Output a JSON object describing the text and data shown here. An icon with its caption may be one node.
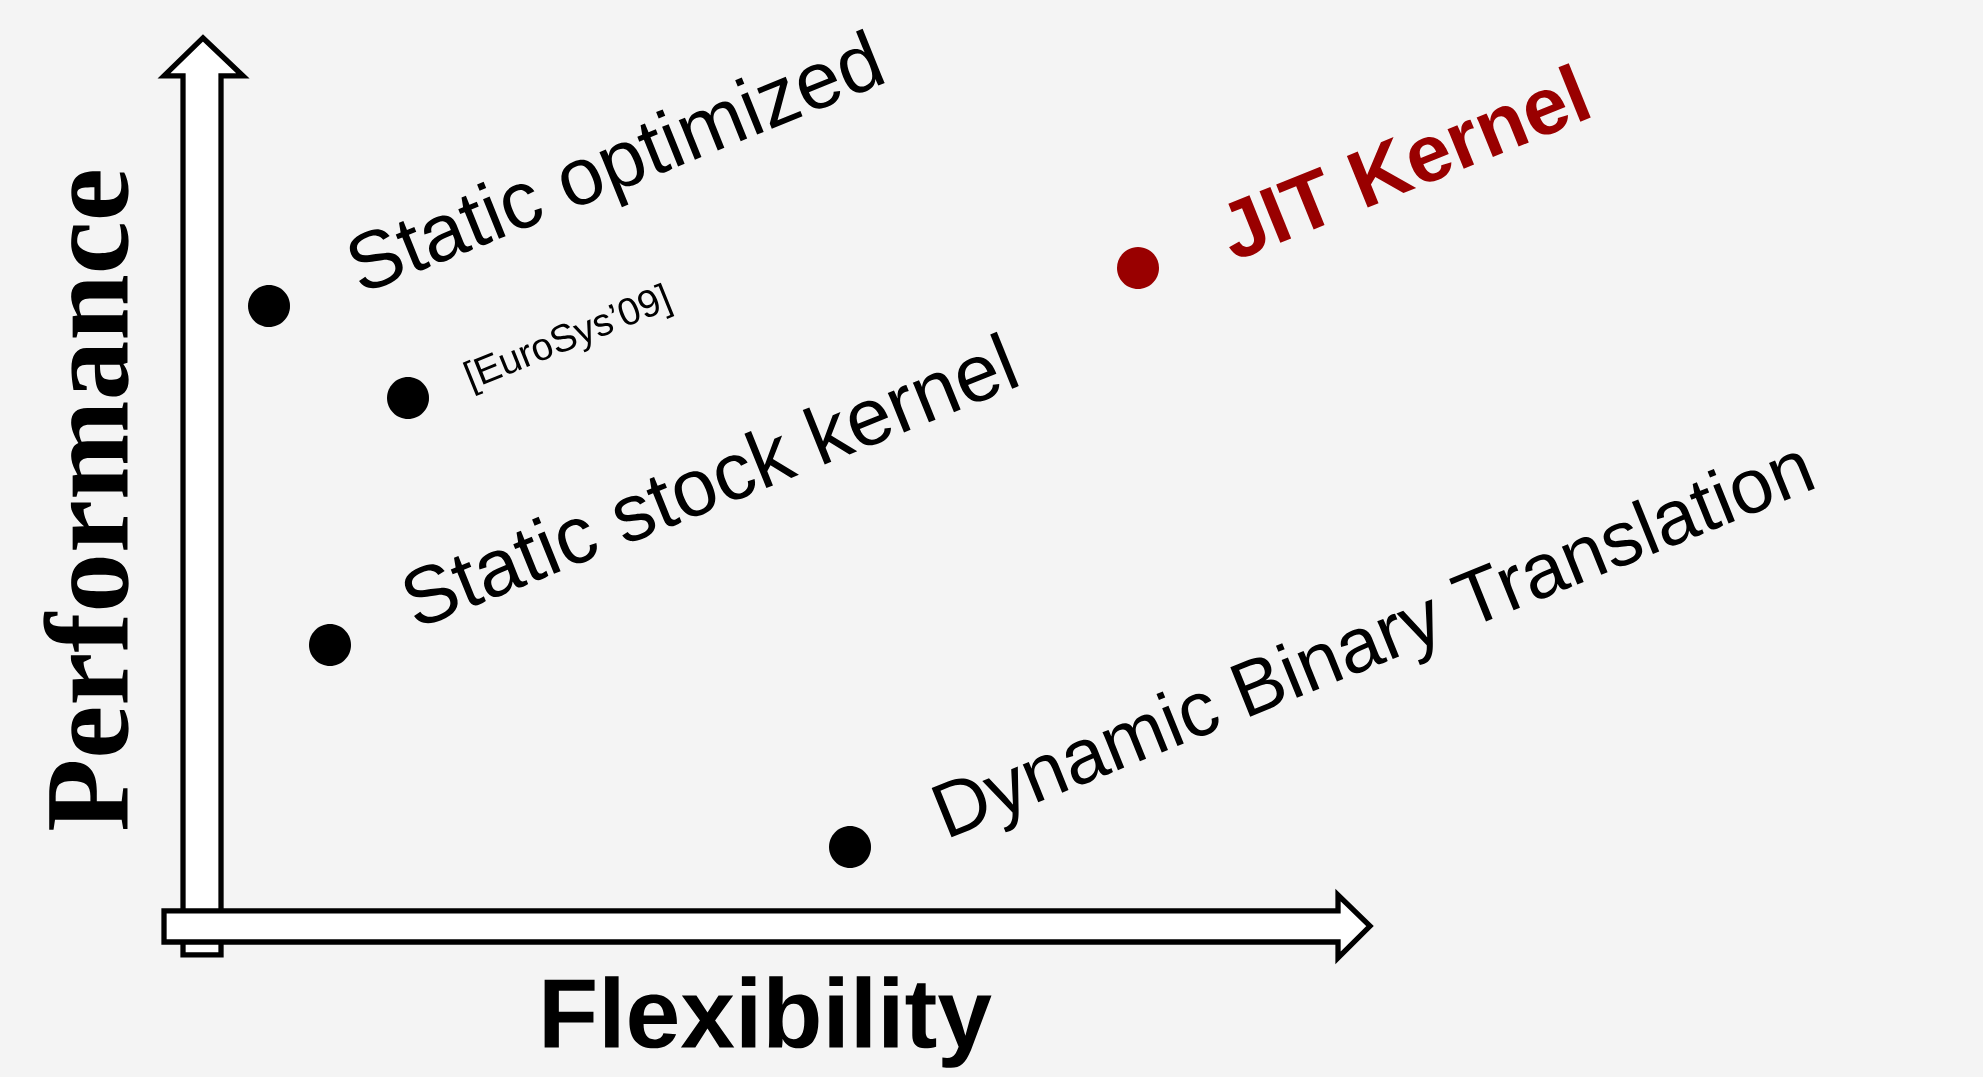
{
  "diagram": {
    "labels": [
      "Static optimized",
      "[EuroSys’09]",
      "JIT Kernel",
      "Static stock kernel",
      "Dynamic Binary Translation",
      "Performance",
      "Flexibility"
    ]
  }
}
